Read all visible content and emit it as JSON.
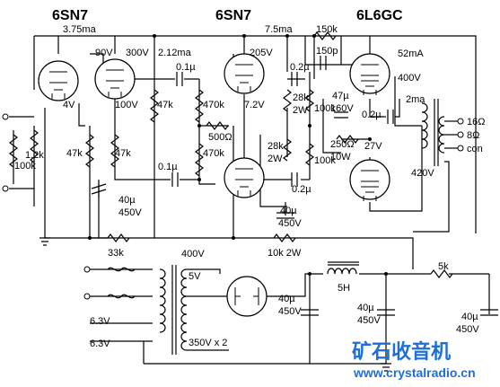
{
  "tubes": {
    "t1": "6SN7",
    "t2": "6SN7",
    "t3": "6L6GC"
  },
  "labels": {
    "cur1": "3.75ma",
    "cur2": "2.12ma",
    "cur3": "7.5ma",
    "cur4": "52mA",
    "cur5": "2ma",
    "v90": "90V",
    "v300": "300V",
    "v205": "205V",
    "v4": "4V",
    "v100": "100V",
    "v72": "7.2V",
    "v400a": "400V",
    "v27": "27V",
    "v420": "420V",
    "v160": "160V",
    "v400b": "400V",
    "v5": "5V",
    "v63a": "6.3V",
    "v63b": "6.3V",
    "v350": "350V x 2",
    "r150k": "150k",
    "c150p": "150p",
    "c01a": "0.1µ",
    "c01b": "0.1µ",
    "c02a": "0.2µ",
    "c02b": "0.2µ",
    "c02c": "0.2µ",
    "r12k": "1.2k",
    "r100k": "100k",
    "r47ka": "47k",
    "r47kb": "47k",
    "r47kc": "47k",
    "r470ka": "470k",
    "r470kb": "470k",
    "r500": "500Ω",
    "r28ka": "28k",
    "r2wa": "2W",
    "r28kb": "28k",
    "r2wb": "2W",
    "r100ka": "100k",
    "r100kb": "100k",
    "c47": "47µ",
    "r250": "250Ω",
    "r10w": "10W",
    "c40a": "40µ",
    "c450a": "450V",
    "c40b": "40µ",
    "c450b": "450V",
    "c40c": "40µ",
    "c450c": "450V",
    "c40d": "40µ",
    "c450d": "450V",
    "c40e": "40µ",
    "c450e": "450V",
    "r33k": "33k",
    "r10k": "10k 2W",
    "r5k": "5k",
    "ind": "5H",
    "o16": "16Ω",
    "o8": "8Ω",
    "ocon": "con"
  },
  "watermark": {
    "cn": "矿石收音机",
    "url": "www.crystalradio.cn"
  }
}
